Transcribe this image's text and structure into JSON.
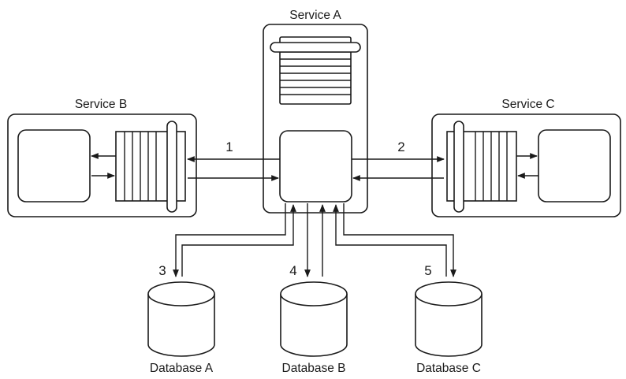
{
  "services": {
    "a": {
      "label": "Service A"
    },
    "b": {
      "label": "Service B"
    },
    "c": {
      "label": "Service C"
    }
  },
  "databases": [
    {
      "label": "Database A",
      "step": "3"
    },
    {
      "label": "Database B",
      "step": "4"
    },
    {
      "label": "Database C",
      "step": "5"
    }
  ],
  "connections": [
    {
      "step": "1",
      "from": "Service A",
      "to": "Service B",
      "direction": "bidirectional"
    },
    {
      "step": "2",
      "from": "Service A",
      "to": "Service C",
      "direction": "bidirectional"
    }
  ]
}
